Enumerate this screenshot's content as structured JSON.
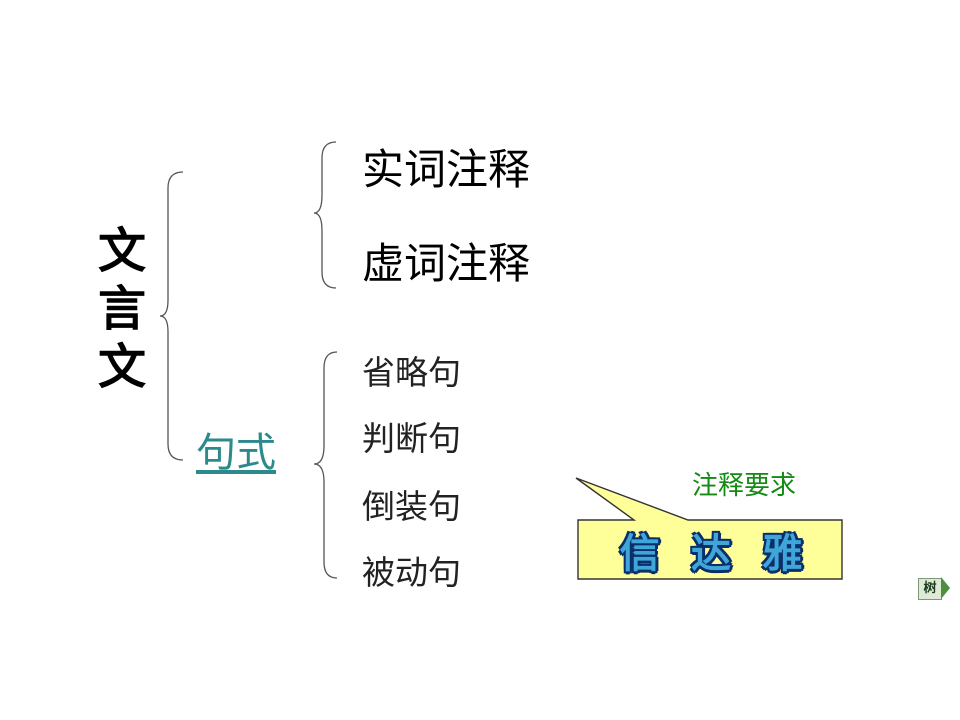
{
  "root": {
    "chars": [
      "文",
      "言",
      "文"
    ]
  },
  "branches": {
    "words": [
      "实词注释",
      "虚词注释"
    ],
    "syntax": {
      "label": "句式",
      "items": [
        "省略句",
        "判断句",
        "倒装句",
        "被动句"
      ]
    }
  },
  "callout": {
    "title": "注释要求",
    "chars": [
      "信",
      "达",
      "雅"
    ],
    "fill_color": "#ffff99",
    "text_color": "#3ea6d8"
  },
  "nav": {
    "label": "树",
    "icon": "play-arrow-icon"
  },
  "colors": {
    "link": "#2c8a8c",
    "title": "#138a13"
  }
}
